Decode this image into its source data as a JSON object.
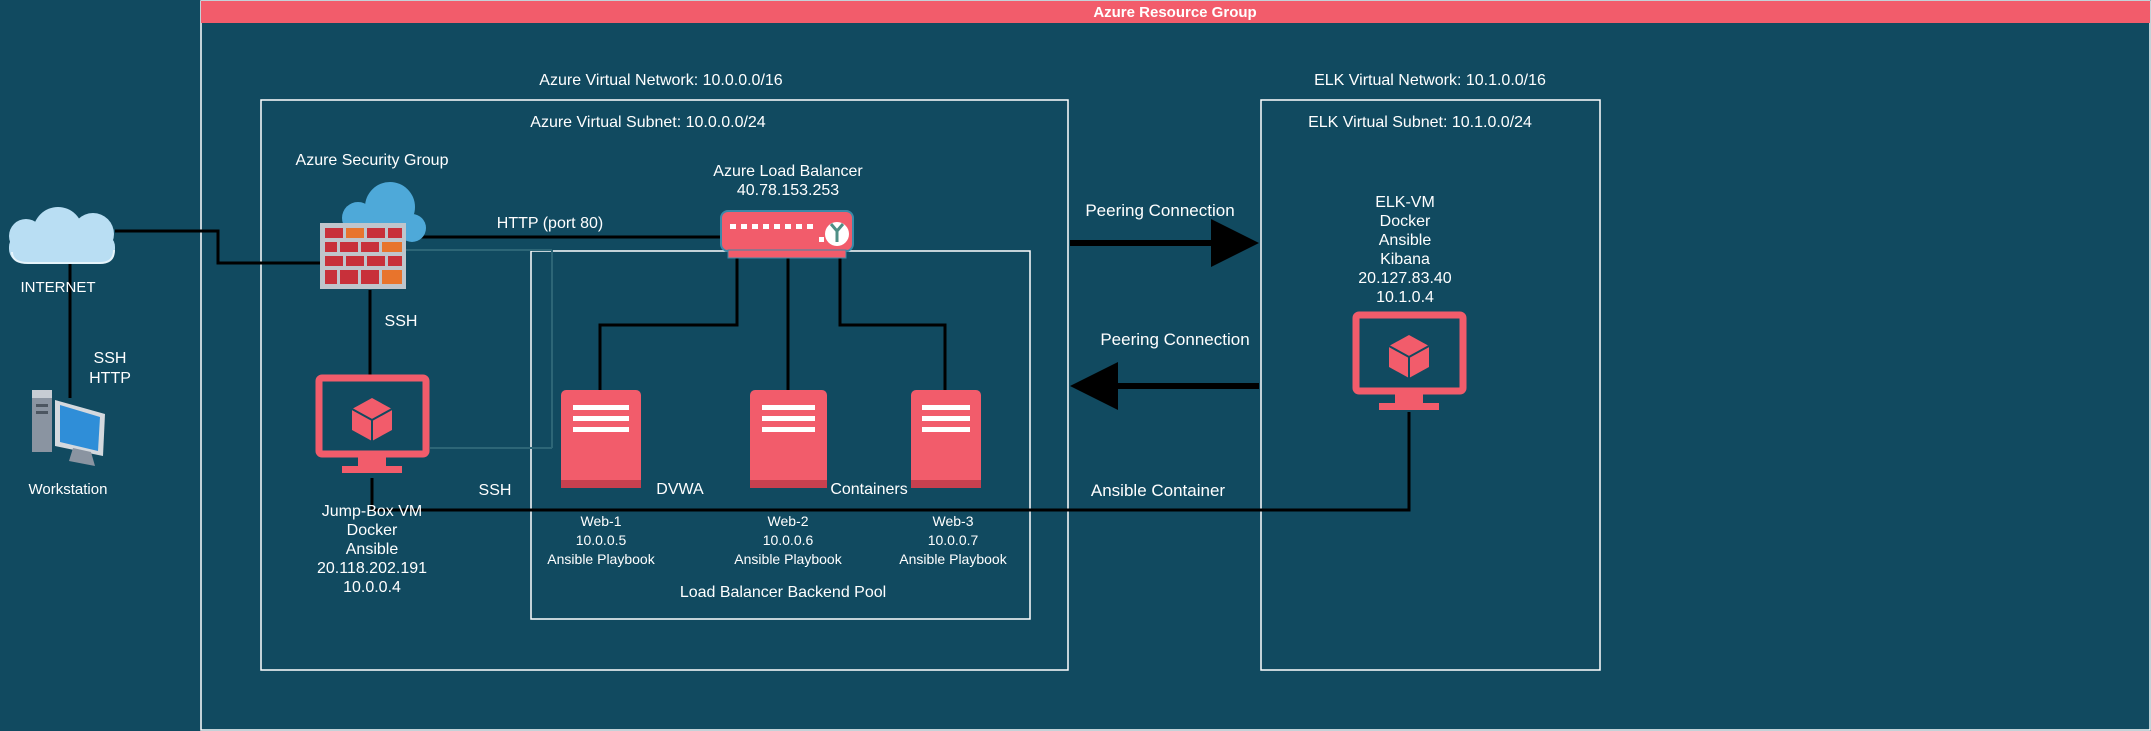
{
  "resource_group": {
    "title": "Azure Resource Group"
  },
  "internet": {
    "label": "INTERNET",
    "link_label": [
      "SSH",
      "HTTP"
    ]
  },
  "workstation": {
    "label": "Workstation"
  },
  "azure_vnet": {
    "label": "Azure Virtual Network: 10.0.0.0/16"
  },
  "azure_subnet": {
    "label": "Azure Virtual Subnet: 10.0.0.0/24"
  },
  "security_group": {
    "label": "Azure Security Group",
    "ssh_label": "SSH"
  },
  "http_link": {
    "label": "HTTP (port 80)"
  },
  "load_balancer": {
    "lines": [
      "Azure Load Balancer",
      "40.78.153.253"
    ]
  },
  "backend_pool": {
    "label": "Load Balancer Backend Pool"
  },
  "jumpbox": {
    "lines": [
      "Jump-Box VM",
      "Docker",
      "Ansible",
      "20.118.202.191",
      "10.0.0.4"
    ],
    "ssh_label": "SSH"
  },
  "web_servers": [
    {
      "lines": [
        "Web-1",
        "10.0.0.5",
        "Ansible Playbook"
      ]
    },
    {
      "lines": [
        "Web-2",
        "10.0.0.6",
        "Ansible Playbook"
      ]
    },
    {
      "lines": [
        "Web-3",
        "10.0.0.7",
        "Ansible Playbook"
      ]
    }
  ],
  "dvwa_label": "DVWA",
  "containers_label": "Containers",
  "elk_vnet": {
    "label": "ELK Virtual Network: 10.1.0.0/16"
  },
  "elk_subnet": {
    "label": "ELK Virtual Subnet: 10.1.0.0/24"
  },
  "elk_vm": {
    "lines": [
      "ELK-VM",
      "Docker",
      "Ansible",
      "Kibana",
      "20.127.83.40",
      "10.1.0.4"
    ]
  },
  "peering_out": {
    "label": "Peering Connection"
  },
  "peering_in": {
    "label": "Peering Connection"
  },
  "ansible_container": {
    "label": "Ansible Container"
  },
  "colors": {
    "background": "#114a60",
    "accent": "#f25c6b",
    "cloud_azure": "#4ea9d9",
    "cloud_internet": "#b9def3",
    "firewall_red": "#c8303a",
    "firewall_orange": "#e8742c",
    "line": "#000000",
    "border": "#ffffff"
  },
  "icons": {
    "internet": "cloud-icon",
    "workstation": "workstation-icon",
    "security_group": "firewall-icon",
    "load_balancer": "load-balancer-icon",
    "vm": "monitor-cube-icon",
    "web_server": "server-icon"
  }
}
